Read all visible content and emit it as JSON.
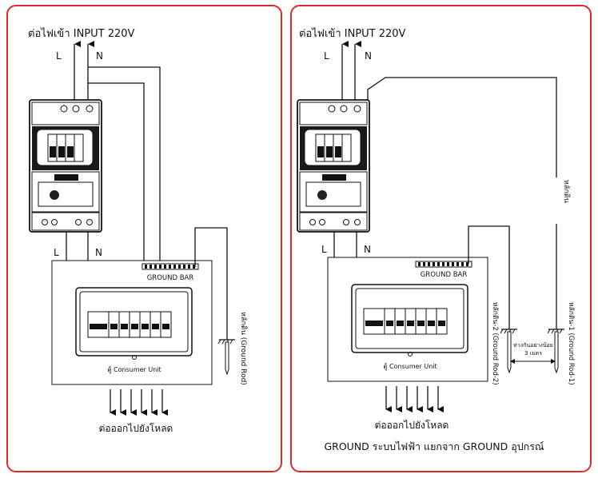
{
  "left": {
    "input_label": "ต่อไฟเข้า INPUT 220V",
    "line_L": "L",
    "line_N": "N",
    "breaker_L": "L",
    "breaker_N": "N",
    "ground_bar": "GROUND BAR",
    "consumer_unit": "ตู้ Consumer Unit",
    "ground_rod": "หลักดิน (Ground Rod)",
    "output_label": "ต่อออกไปยังโหลด"
  },
  "right": {
    "input_label": "ต่อไฟเข้า INPUT 220V",
    "line_L": "L",
    "line_N": "N",
    "breaker_L": "L",
    "breaker_N": "N",
    "ground_bar": "GROUND BAR",
    "consumer_unit": "ตู้ Consumer Unit",
    "rod_top": "หลักดิน",
    "rod_2": "หลักดิน-2 (Ground Rod-2)",
    "rod_1": "หลักดิน-1 (Ground Rod-1)",
    "spacing_line1": "ห่างกันอย่างน้อย",
    "spacing_line2": "3 เมตร",
    "output_label": "ต่อออกไปยังโหลด",
    "caption": "GROUND ระบบไฟฟ้า แยกจาก GROUND อุปกรณ์"
  },
  "colors": {
    "border": "#e02828",
    "line": "#111111"
  }
}
